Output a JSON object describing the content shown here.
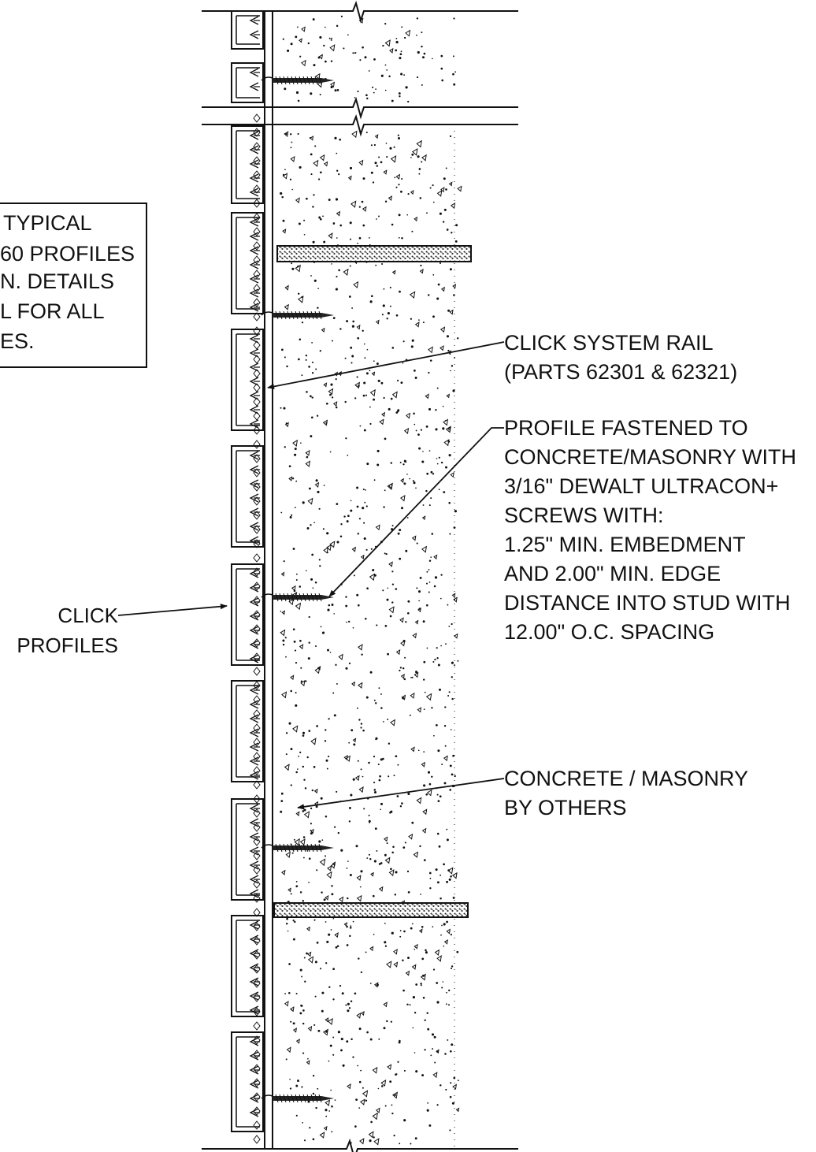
{
  "drawing": {
    "note_box": {
      "lines": [
        "TYPICAL",
        "60 PROFILES",
        "N. DETAILS",
        "L FOR ALL",
        "ES."
      ]
    },
    "callouts": {
      "click_profiles": {
        "lines": [
          "CLICK",
          "PROFILES"
        ]
      },
      "click_system_rail": {
        "lines": [
          "CLICK SYSTEM RAIL",
          "(PARTS 62301 & 62321)"
        ]
      },
      "profile_fastened": {
        "lines": [
          "PROFILE FASTENED TO",
          "CONCRETE/MASONRY  WITH",
          "3/16\" DEWALT ULTRACON+",
          "SCREWS WITH:",
          "1.25\" MIN. EMBEDMENT",
          "AND 2.00\" MIN. EDGE",
          "DISTANCE INTO STUD WITH",
          "12.00\" O.C. SPACING"
        ]
      },
      "concrete_masonry": {
        "lines": [
          "CONCRETE / MASONRY",
          "BY OTHERS"
        ]
      }
    },
    "colors": {
      "line": "#111111",
      "background": "#ffffff"
    }
  }
}
